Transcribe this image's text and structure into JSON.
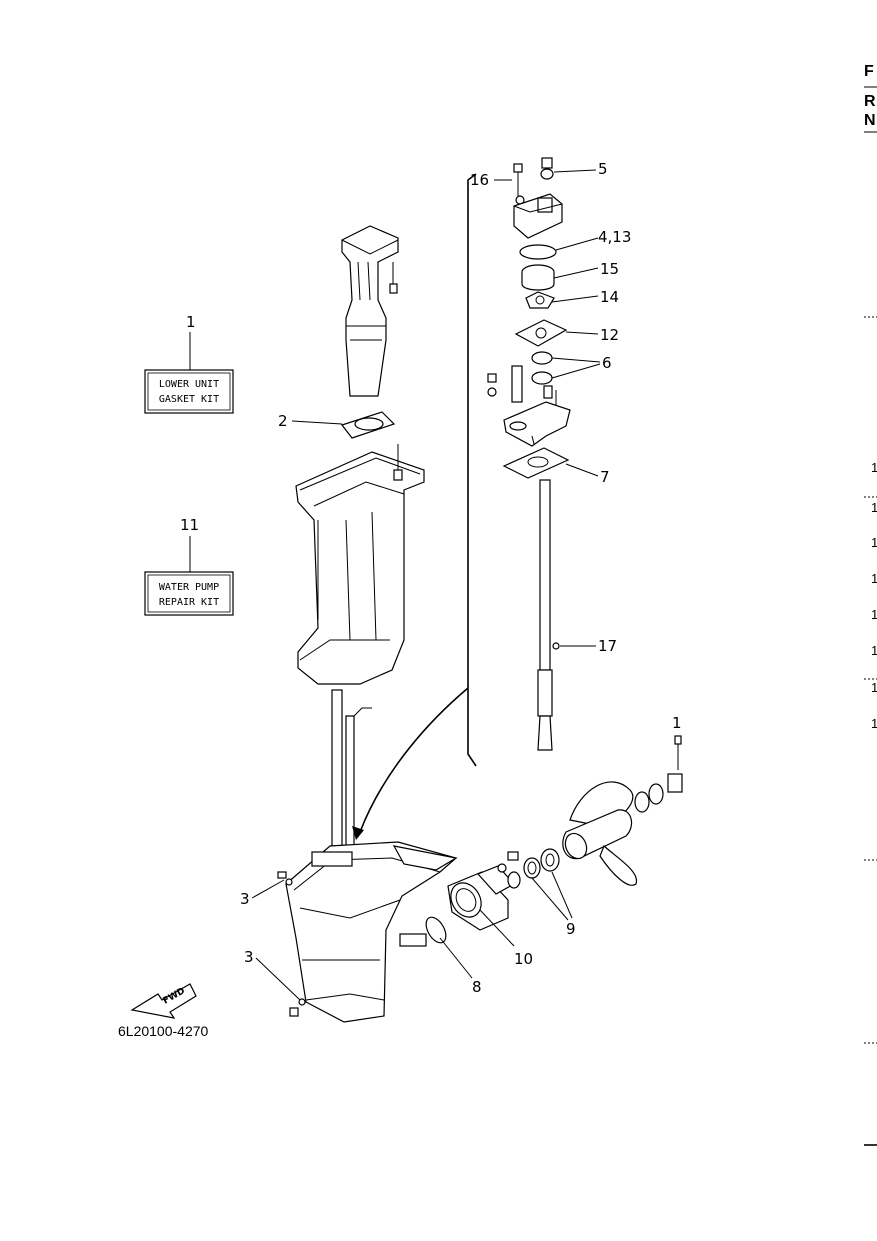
{
  "kits": {
    "lower_unit": {
      "number": "1",
      "line1": "LOWER UNIT",
      "line2": "GASKET KIT"
    },
    "water_pump": {
      "number": "11",
      "line1": "WATER PUMP",
      "line2": "REPAIR KIT"
    }
  },
  "callouts": {
    "c2": "2",
    "c3a": "3",
    "c3b": "3",
    "c4_13": "4,13",
    "c5": "5",
    "c6": "6",
    "c7": "7",
    "c8": "8",
    "c9": "9",
    "c10": "10",
    "c12": "12",
    "c14": "14",
    "c15": "15",
    "c16": "16",
    "c17": "17",
    "c1_right": "1"
  },
  "fwd_label": "FWD",
  "diagram_code": "6L20100-4270",
  "right_edge": {
    "letters": [
      "F",
      "R",
      "N"
    ],
    "numbers": [
      "1",
      "1",
      "1",
      "1",
      "1",
      "1",
      "1",
      "1"
    ]
  }
}
